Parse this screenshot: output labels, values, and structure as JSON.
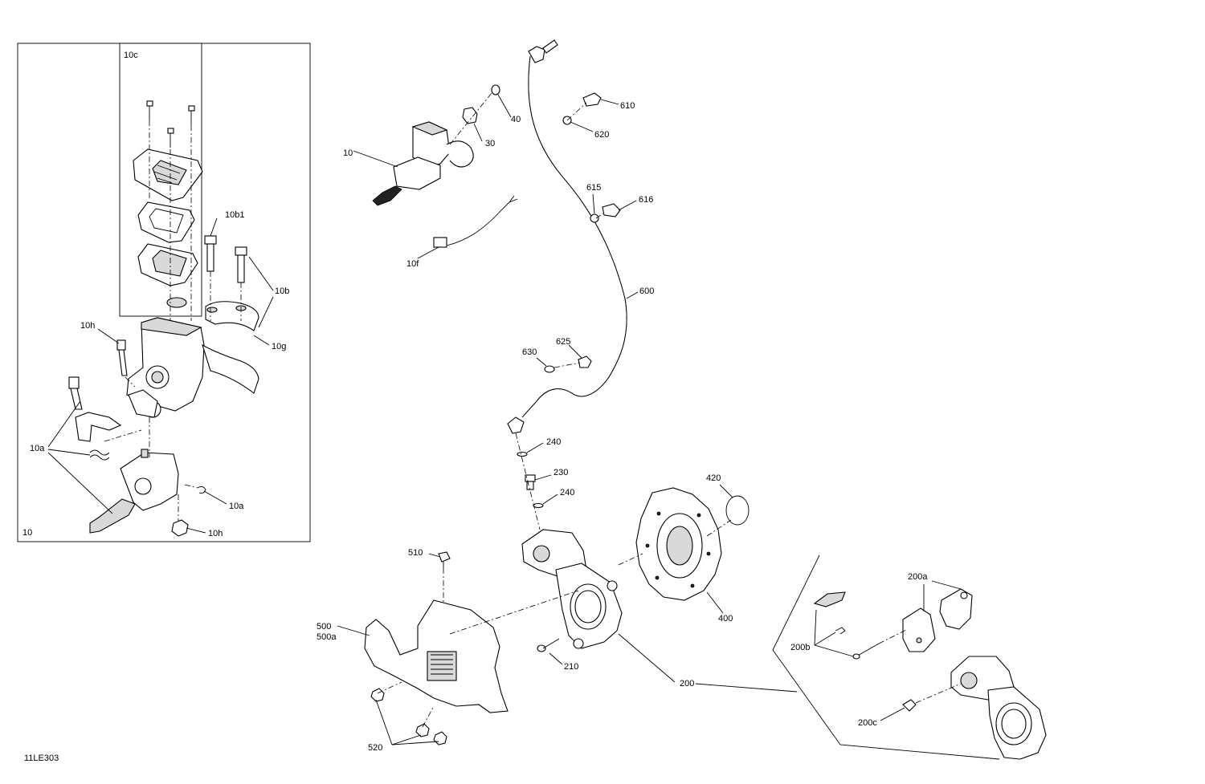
{
  "diagram": {
    "drawing_id": "11LE303",
    "inset": {
      "label": "10",
      "sub_label": "10c"
    },
    "labels": {
      "l10b1": "10b1",
      "l10b": "10b",
      "l10g": "10g",
      "l10h_top": "10h",
      "l10a_left": "10a",
      "l10a_right": "10a",
      "l10h_bottom": "10h",
      "l10_main": "10",
      "l30": "30",
      "l40": "40",
      "l10f": "10f",
      "l610": "610",
      "l620": "620",
      "l615": "615",
      "l616": "616",
      "l600": "600",
      "l625": "625",
      "l630": "630",
      "l240_top": "240",
      "l230": "230",
      "l240_bottom": "240",
      "l420": "420",
      "l400": "400",
      "l510": "510",
      "l500": "500",
      "l500a": "500a",
      "l210": "210",
      "l200": "200",
      "l520": "520",
      "l200a": "200a",
      "l200b": "200b",
      "l200c": "200c"
    }
  }
}
